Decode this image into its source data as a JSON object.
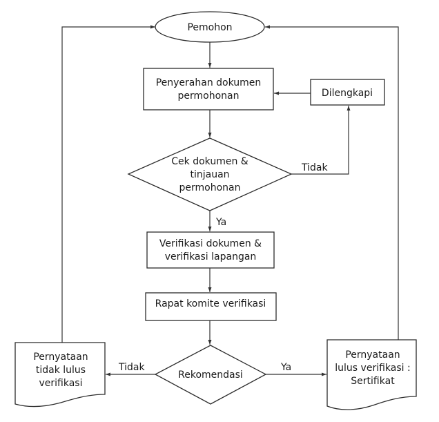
{
  "diagram": {
    "type": "flowchart",
    "nodes": {
      "start": {
        "shape": "ellipse",
        "lines": [
          "Pemohon"
        ]
      },
      "submit": {
        "shape": "process",
        "lines": [
          "Penyerahan dokumen",
          "permohonan"
        ]
      },
      "complete": {
        "shape": "process",
        "lines": [
          "Dilengkapi"
        ]
      },
      "check": {
        "shape": "decision",
        "lines": [
          "Cek dokumen &",
          "tinjauan",
          "permohonan"
        ]
      },
      "verify": {
        "shape": "process",
        "lines": [
          "Verifikasi dokumen &",
          "verifikasi lapangan"
        ]
      },
      "meeting": {
        "shape": "process",
        "lines": [
          "Rapat komite verifikasi"
        ]
      },
      "recommend": {
        "shape": "decision",
        "lines": [
          "Rekomendasi"
        ]
      },
      "fail": {
        "shape": "document",
        "lines": [
          "Pernyataan",
          "tidak lulus",
          "verifikasi"
        ]
      },
      "pass": {
        "shape": "document",
        "lines": [
          "Pernyataan",
          "lulus verifikasi :",
          "Sertifikat"
        ]
      }
    },
    "edges": [
      {
        "from": "start",
        "to": "submit",
        "label": ""
      },
      {
        "from": "submit",
        "to": "check",
        "label": ""
      },
      {
        "from": "check",
        "to": "complete",
        "label": "Tidak"
      },
      {
        "from": "complete",
        "to": "submit",
        "label": ""
      },
      {
        "from": "check",
        "to": "verify",
        "label": "Ya"
      },
      {
        "from": "verify",
        "to": "meeting",
        "label": ""
      },
      {
        "from": "meeting",
        "to": "recommend",
        "label": ""
      },
      {
        "from": "recommend",
        "to": "fail",
        "label": "Tidak"
      },
      {
        "from": "recommend",
        "to": "pass",
        "label": "Ya"
      },
      {
        "from": "fail",
        "to": "start",
        "label": ""
      },
      {
        "from": "pass",
        "to": "start",
        "label": ""
      }
    ]
  }
}
